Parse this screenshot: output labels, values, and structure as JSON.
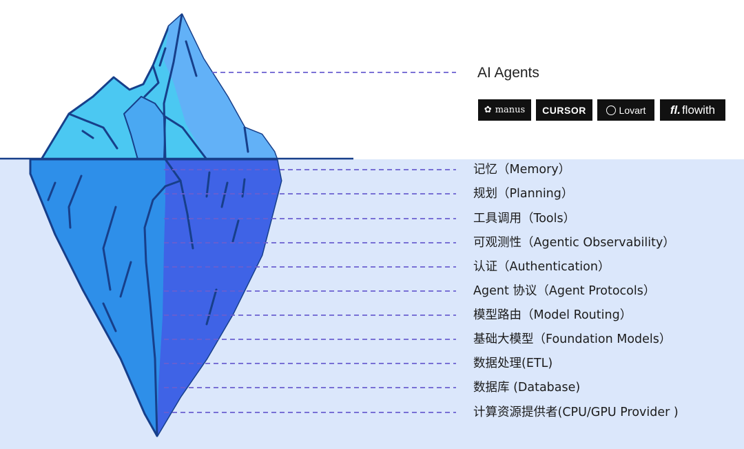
{
  "top": {
    "title": "AI Agents",
    "logos": [
      {
        "icon": "manus-icon",
        "text": "manus"
      },
      {
        "icon": "",
        "text": "CURSOR"
      },
      {
        "icon": "lovart-icon",
        "text": "Lovart"
      },
      {
        "icon": "flowith-icon",
        "mark": "fl.",
        "text": "flowith"
      }
    ]
  },
  "layers": [
    "记忆（Memory）",
    "规划（Planning）",
    "工具调用（Tools）",
    "可观测性（Agentic Observability）",
    "认证（Authentication）",
    "Agent 协议（Agent Protocols）",
    "模型路由（Model Routing）",
    "基础大模型（Foundation Models）",
    "数据处理(ETL)",
    "数据库 (Database)",
    "计算资源提供者(CPU/GPU Provider )"
  ],
  "colors": {
    "water": "#dbe7fb",
    "ice_top": "#4bc8f2",
    "ice_top_light": "#62b1f7",
    "ice_bottom": "#2f8de8",
    "ice_bottom_right": "#3f64e6",
    "outline": "#173f8a",
    "dash": "#6a5fd0"
  }
}
